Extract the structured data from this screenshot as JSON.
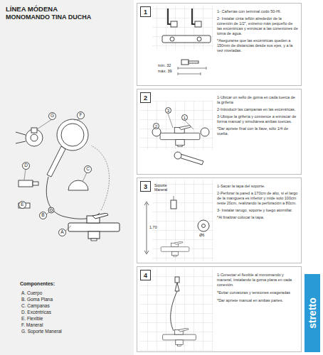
{
  "diagram": {
    "title": "LÍNEA MÓDENA",
    "nodes": [
      {
        "text": [
          "1- Cañerías con terminal codo 50-HI.",
          "2- Instalar cinta teflón alrededor de la conexión de 1/2\", extremo más pequeño de las excéntricas y enroscar a las conexiones de toma de agua.",
          "*Asegurarse que las excéntricas queden a 150mm de distancias desde sus ejes, y a la vez niveladas."
        ]
      },
      {
        "text": [
          "1"
        ],
        "in": 0
      },
      {
        "text": [
          "1-Ubicar un sello de goma en cada tuerca de la grifería",
          "2-Introducir las campanas en las excéntricas.",
          "3-Ubique la grifería y comience a enroscar de forma manual y simultánea ambas tuercas.",
          "*Dar apriete final con la llave, sólo 1/4 de vuelta."
        ]
      },
      {
        "text": [
          "2"
        ],
        "in": 2
      },
      {
        "text": [
          "1"
        ],
        "in": 2
      },
      {
        "text": [
          "2"
        ],
        "in": 2
      },
      {
        "text": [
          "3"
        ],
        "in": 2
      },
      {
        "text": [
          "1-Sacar la tapa del soporte.",
          "2-Perforar la pared a 170cm de alto, si el largo de la manguera es inferior y mide solo 100cm reste 20cm, realizando la perforación a 80cm.",
          "3- Instalar tarugo, soporte y luego atornillar.",
          "*Al finalizar colocar la tapa."
        ]
      },
      {
        "text": [
          "3"
        ],
        "in": 7
      },
      {
        "text": [
          "1-Conectar el flexible al monomando y maneral, instalando la goma plana en cada conexión.",
          "*Evitar curvaturas y tensiones exageradas",
          "*Dar apriete manual en ambas partes."
        ]
      },
      {
        "text": [
          "4"
        ],
        "in": 9
      },
      {
        "text": [
          "G"
        ]
      },
      {
        "text": [
          "F"
        ]
      },
      {
        "text": [
          "D"
        ]
      },
      {
        "text": [
          "C"
        ]
      },
      {
        "text": [
          "E"
        ]
      },
      {
        "text": [
          "B"
        ]
      },
      {
        "text": [
          "A"
        ]
      },
      {
        "text": [
          "stretto"
        ]
      }
    ],
    "labels": [
      "MONOMANDO TINA DUCHA",
      "mín. 32",
      "máx. 39",
      "Soporte Maneral",
      "1.70",
      "Ø6",
      "Componentes:",
      "A. Cuerpo",
      "B. Goma Plana",
      "C. Campanas",
      "D. Excéntricas",
      "E. Flexible",
      "F. Maneral",
      "G. Soporte Maneral"
    ]
  }
}
